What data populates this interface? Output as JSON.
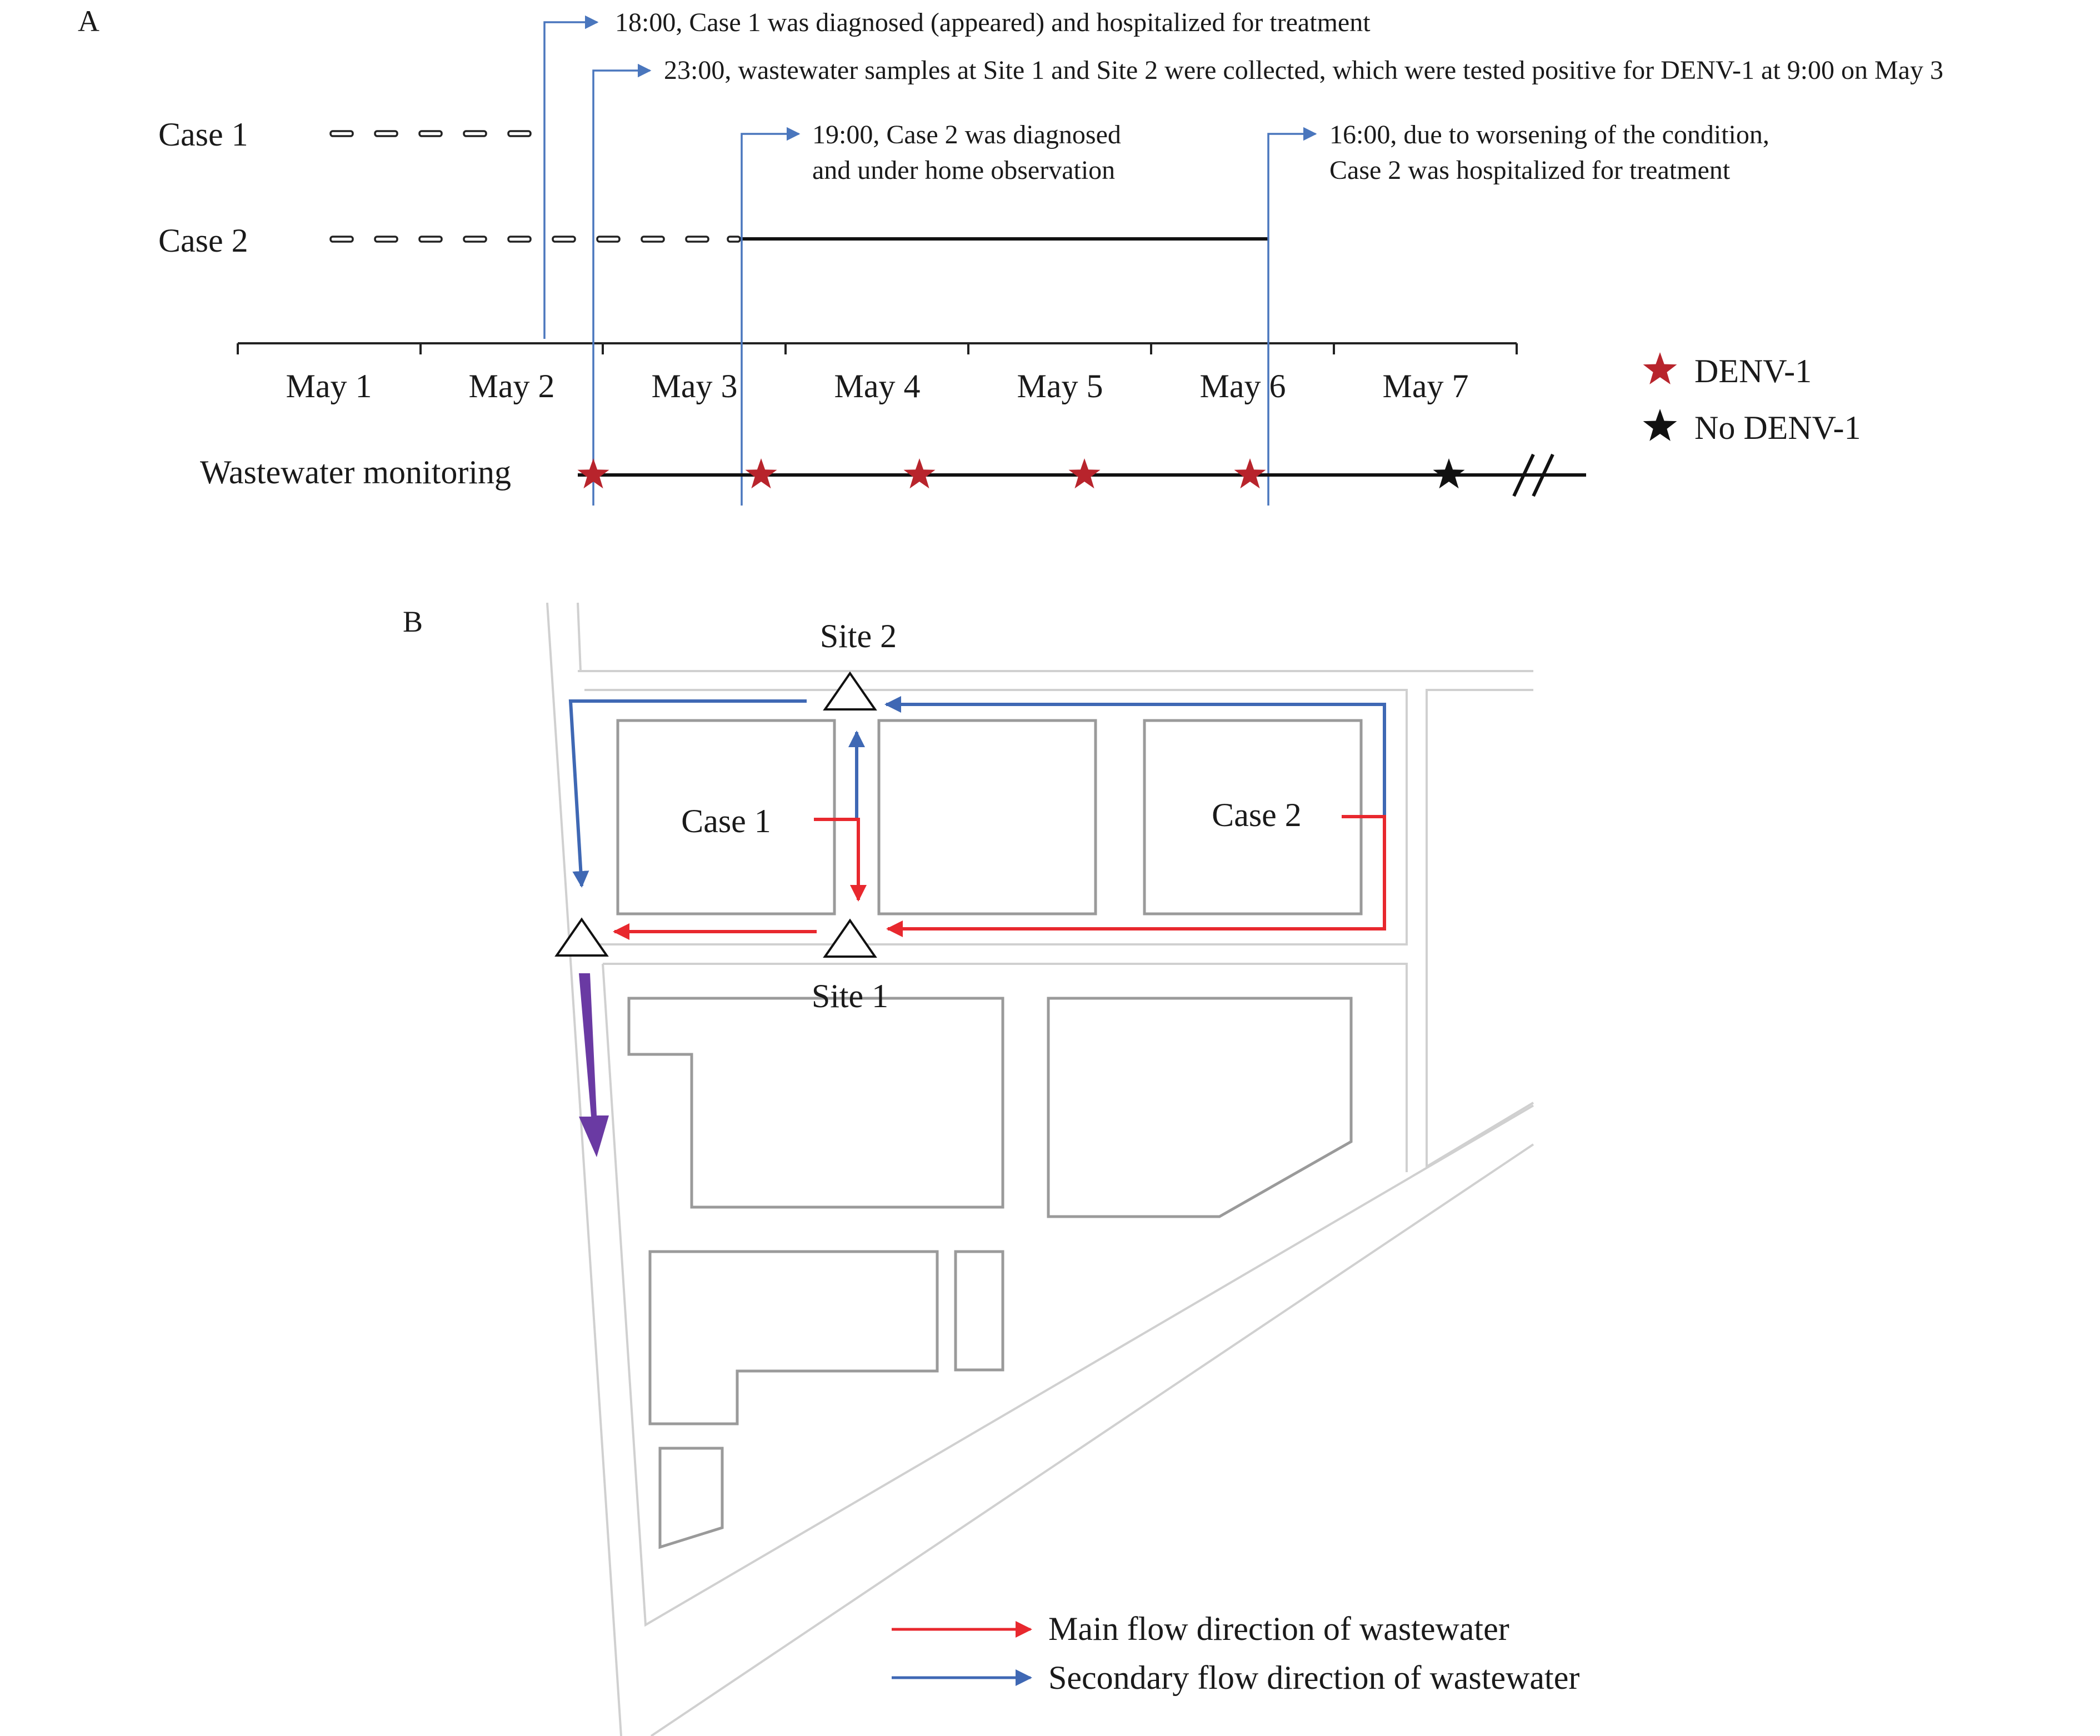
{
  "panel_a": {
    "letter": "A",
    "rows": [
      {
        "label": "Case 1"
      },
      {
        "label": "Case 2"
      }
    ],
    "days": [
      "May 1",
      "May 2",
      "May 3",
      "May 4",
      "May 5",
      "May 6",
      "May 7"
    ],
    "events": [
      {
        "text": "18:00, Case 1 was diagnosed (appeared) and hospitalized for treatment"
      },
      {
        "text": "23:00, wastewater samples at Site 1 and  Site 2 were collected, which were tested positive for DENV-1 at 9:00 on May 3"
      },
      {
        "text_lines": [
          "19:00, Case 2 was diagnosed",
          "and under home observation"
        ]
      },
      {
        "text_lines": [
          "16:00, due to worsening of the condition,",
          "Case 2 was hospitalized for treatment"
        ]
      }
    ],
    "monitoring_label": "Wastewater monitoring",
    "samples": [
      {
        "result": "DENV-1"
      },
      {
        "result": "DENV-1"
      },
      {
        "result": "DENV-1"
      },
      {
        "result": "DENV-1"
      },
      {
        "result": "DENV-1"
      },
      {
        "result": "No DENV-1"
      }
    ],
    "legend": [
      {
        "label": "DENV-1",
        "color": "#b8242c"
      },
      {
        "label": "No DENV-1",
        "color": "#111111"
      }
    ]
  },
  "panel_b": {
    "letter": "B",
    "sites": [
      "Site 2",
      "Site 1"
    ],
    "cases": [
      "Case 1",
      "Case 2"
    ],
    "legend": [
      {
        "label": "Main flow direction of wastewater",
        "color": "#e8282e"
      },
      {
        "label": "Secondary flow direction of wastewater",
        "color": "#3f68b4"
      }
    ],
    "outflow_color": "#6a3aa3"
  }
}
